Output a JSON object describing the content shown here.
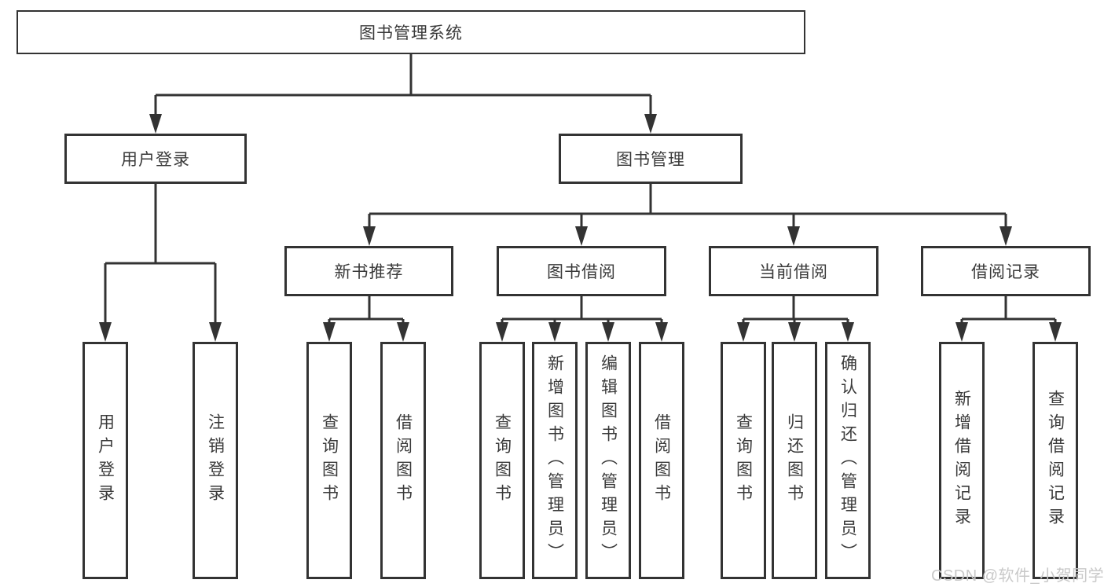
{
  "nodes": {
    "root": "图书管理系统",
    "user_login": "用户登录",
    "book_mgmt": "图书管理",
    "new_book_rec": "新书推荐",
    "book_borrow": "图书借阅",
    "current_borrow": "当前借阅",
    "borrow_records": "借阅记录",
    "ul_login": "用户登录",
    "ul_logout": "注销登录",
    "nb_query": "查询图书",
    "nb_borrow": "借阅图书",
    "bb_query": "查询图书",
    "bb_add": "新增图书（管理员）",
    "bb_edit": "编辑图书（管理员）",
    "bb_borrow": "借阅图书",
    "cb_query": "查询图书",
    "cb_return": "归还图书",
    "cb_confirm": "确认归还（管理员）",
    "br_add": "新增借阅记录",
    "br_query": "查询借阅记录"
  },
  "watermark": "CSDN @软件_小贺同学",
  "colors": {
    "line": "#333333",
    "text": "#3a3a3a",
    "watermark": "#c9c9c9",
    "background": "#ffffff"
  }
}
